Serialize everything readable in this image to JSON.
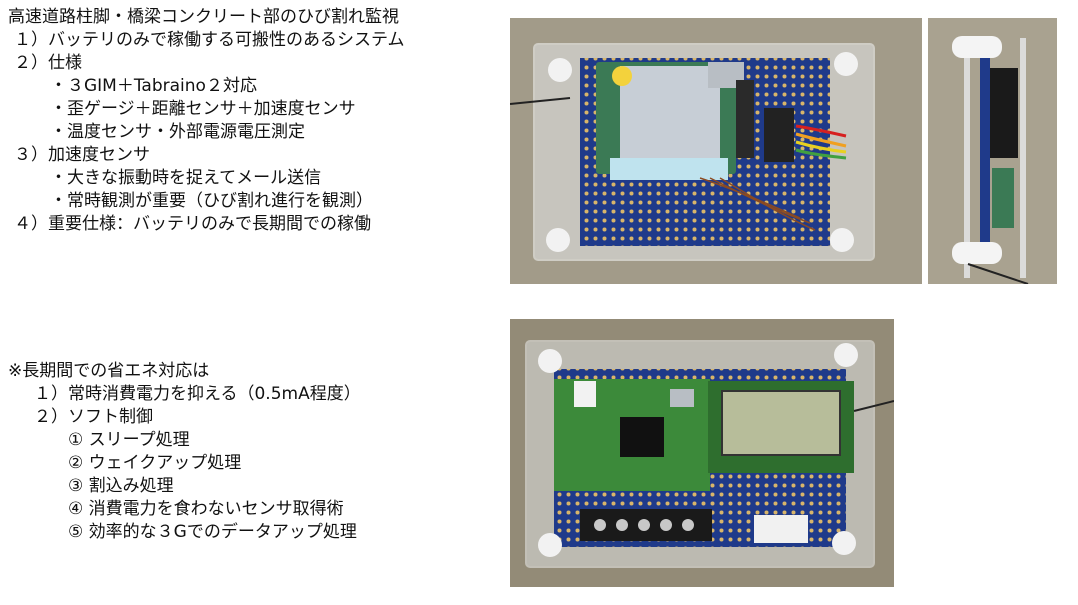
{
  "top_block": {
    "title": "高速道路柱脚・橋梁コンクリート部のひび割れ監視",
    "lines": [
      "１）バッテリのみで稼働する可搬性のあるシステム",
      "２）仕様",
      "・３GIM＋Tabraino２対応",
      "・歪ゲージ＋距離センサ＋加速度センサ",
      "・温度センサ・外部電源電圧測定",
      "３）加速度センサ",
      "・大きな振動時を捉えてメール送信",
      "・常時観測が重要（ひび割れ進行を観測）",
      "４）重要仕様：バッテリのみで長期間での稼働"
    ]
  },
  "bottom_block": {
    "title": "※長期間での省エネ対応は",
    "lines": [
      "１）常時消費電力を抑える（0.5mA程度）",
      "２）ソフト制御",
      "① スリープ処理",
      "② ウェイクアップ処理",
      "③ 割込み処理",
      "④ 消費電力を食わないセンサ取得術",
      "⑤ 効率的な３Gでのデータアップ処理"
    ]
  },
  "photos": {
    "board_colors": {
      "pcb": "#1f3a8a",
      "acrylic": "#d9dde0",
      "module": "#3f8a55",
      "green_pcb": "#3c8a3a"
    }
  }
}
